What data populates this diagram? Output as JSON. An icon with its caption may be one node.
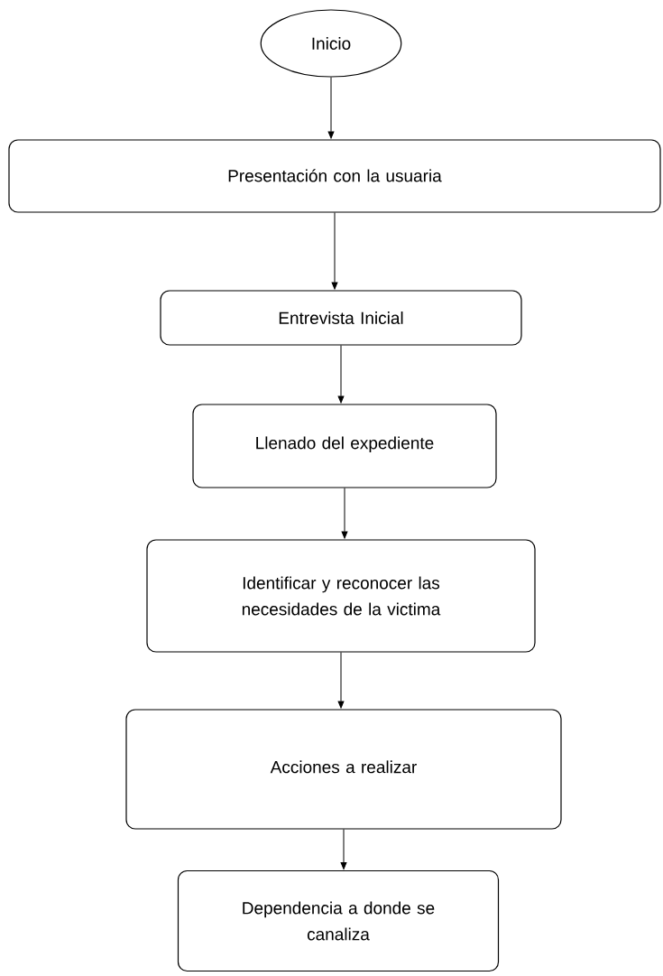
{
  "diagram": {
    "nodes": [
      {
        "text": [
          "Inicio"
        ]
      },
      {
        "text": [
          "Presentación con la usuaria"
        ]
      },
      {
        "text": [
          "Entrevista Inicial"
        ]
      },
      {
        "text": [
          "Llenado del expediente"
        ]
      },
      {
        "text": [
          "Identificar y reconocer las necesidades de la victima"
        ]
      },
      {
        "text": [
          "Acciones a realizar"
        ]
      },
      {
        "text": [
          "Dependencia a donde se canaliza"
        ]
      }
    ],
    "edges": [
      {
        "from": 0,
        "to": 1,
        "arrow": "to"
      },
      {
        "from": 1,
        "to": 2,
        "arrow": "to"
      },
      {
        "from": 2,
        "to": 3,
        "arrow": "to"
      },
      {
        "from": 3,
        "to": 4,
        "arrow": "to"
      },
      {
        "from": 4,
        "to": 5,
        "arrow": "to"
      },
      {
        "from": 5,
        "to": 6,
        "arrow": "to"
      }
    ]
  }
}
